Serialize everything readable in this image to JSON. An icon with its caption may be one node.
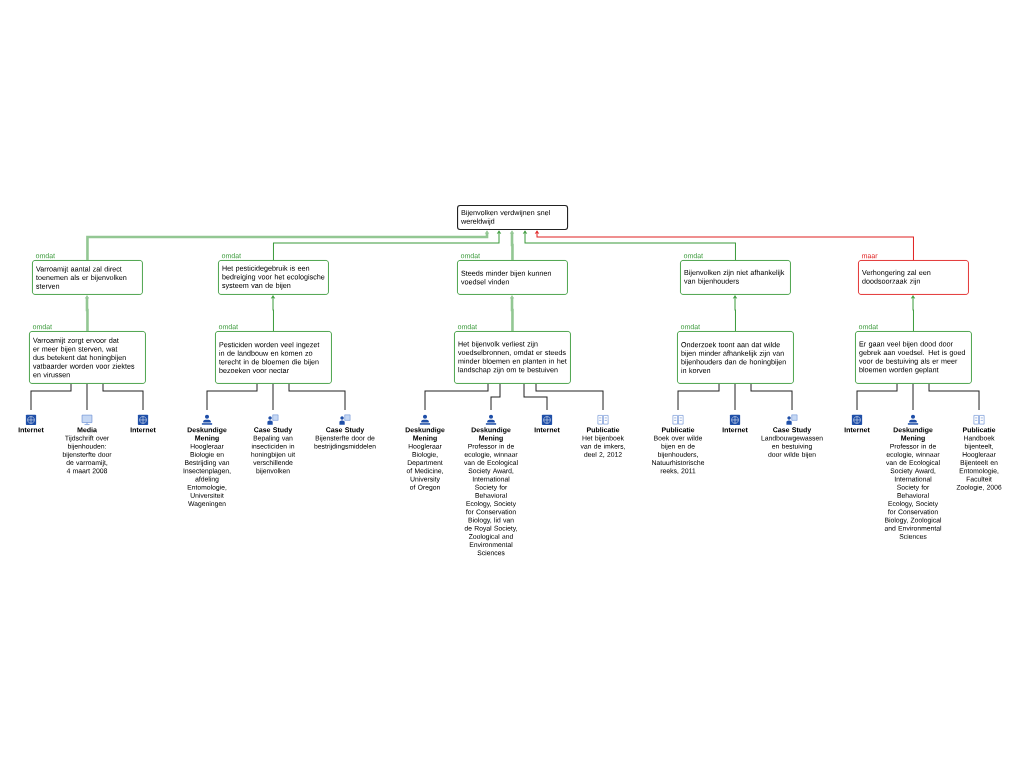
{
  "diagram": {
    "nodes": [
      {
        "text": [
          "Bijenvolken verdwijnen snel wereldwijd"
        ]
      },
      {
        "text": [
          "Varroamijt aantal zal direct toenemen als er bijenvolken sterven"
        ],
        "beside": [
          "omdat"
        ]
      },
      {
        "text": [
          "Het pesticidegebruik is een bedreiging voor het ecologische systeem van de bijen"
        ],
        "beside": [
          "omdat"
        ]
      },
      {
        "text": [
          "Steeds minder bijen kunnen voedsel vinden"
        ],
        "beside": [
          "omdat"
        ]
      },
      {
        "text": [
          "Bijenvolken zijn niet afhankelijk van bijenhouders"
        ],
        "beside": [
          "omdat"
        ]
      },
      {
        "text": [
          "Verhongering zal een doodsoorzaak zijn"
        ],
        "beside": [
          "maar"
        ]
      },
      {
        "text": [
          "Varroamijt zorgt ervoor dat er meer bijen sterven, wat dus betekent dat honingbijen vatbaarder worden voor ziektes en virussen"
        ],
        "beside": [
          "omdat"
        ]
      },
      {
        "text": [
          "Pesticiden worden veel ingezet in de landbouw en komen zo terecht in de bloemen die bijen bezoeken voor nectar"
        ],
        "beside": [
          "omdat"
        ]
      },
      {
        "text": [
          "Het bijenvolk verliest zijn voedselbronnen, omdat er steeds minder bloemen en planten in het landschap zijn om te bestuiven"
        ],
        "beside": [
          "omdat"
        ]
      },
      {
        "text": [
          "Onderzoek toont aan dat wilde bijen minder afhankelijk zijn van bijenhouders dan de honingbijen in korven"
        ],
        "beside": [
          "omdat"
        ]
      },
      {
        "text": [
          "Er gaan veel bijen dood door gebrek aan voedsel. Het is goed voor de bestuiving als er meer bloemen worden geplant"
        ],
        "beside": [
          "omdat"
        ]
      },
      {
        "text": [
          "Internet"
        ]
      },
      {
        "text": [
          "Media",
          "Tijdschrift over bijenhouden: bijensterfte door de varroamijt, 4 maart 2008"
        ]
      },
      {
        "text": [
          "Internet"
        ]
      },
      {
        "text": [
          "Deskundige Mening",
          "Hoogleraar Biologie en Bestrijding van Insectenplagen, afdeling Entomologie, Universiteit Wageningen"
        ]
      },
      {
        "text": [
          "Case Study",
          "Bepaling van insecticiden in honingbijen uit verschillende bijenvolken"
        ]
      },
      {
        "text": [
          "Case Study",
          "Bijensterfte door de bestrijdingsmiddelen"
        ]
      },
      {
        "text": [
          "Deskundige Mening",
          "Hoogleraar Biologie, Department of Medicine, University of Oregon"
        ]
      },
      {
        "text": [
          "Deskundige Mening",
          "Professor in de ecologie, winnaar van de Ecological Society Award, International Society for Behavioral Ecology, Society for Conservation Biology, lid van de Royal Society, Zoological and Environmental Sciences"
        ]
      },
      {
        "text": [
          "Internet"
        ]
      },
      {
        "text": [
          "Publicatie",
          "Het bijenboek van de imkers, deel 2, 2012"
        ]
      },
      {
        "text": [
          "Publicatie",
          "Boek over wilde bijen en de bijenhouders, Natuurhistorische reeks, 2011"
        ]
      },
      {
        "text": [
          "Internet"
        ]
      },
      {
        "text": [
          "Case Study",
          "Landbouwgewassen en bestuiving door wilde bijen"
        ]
      },
      {
        "text": [
          "Internet"
        ]
      },
      {
        "text": [
          "Deskundige Mening",
          "Professor in de ecologie, winnaar van de Ecological Society Award, International Society for Behavioral Ecology, Society for Conservation Biology, Zoological and Environmental Sciences"
        ]
      },
      {
        "text": [
          "Publicatie",
          "Handboek bijenteelt, Hoogleraar Bijenteelt en Entomologie, Faculteit Zoologie, 2006"
        ]
      }
    ],
    "edges": [
      {
        "from": 1,
        "to": 0,
        "arrow": "to",
        "style": "thick",
        "color": "#93c793"
      },
      {
        "from": 2,
        "to": 0,
        "arrow": "to",
        "color": "#3a9a3a"
      },
      {
        "from": 3,
        "to": 0,
        "arrow": "to",
        "style": "thick",
        "color": "#93c793"
      },
      {
        "from": 4,
        "to": 0,
        "arrow": "to",
        "color": "#3a9a3a"
      },
      {
        "from": 5,
        "to": 0,
        "arrow": "to",
        "color": "#e02020"
      },
      {
        "from": 6,
        "to": 1,
        "arrow": "to",
        "style": "thick",
        "color": "#93c793"
      },
      {
        "from": 7,
        "to": 2,
        "arrow": "to",
        "color": "#3a9a3a"
      },
      {
        "from": 8,
        "to": 3,
        "arrow": "to",
        "style": "thick",
        "color": "#93c793"
      },
      {
        "from": 9,
        "to": 4,
        "arrow": "to",
        "color": "#3a9a3a"
      },
      {
        "from": 10,
        "to": 5,
        "arrow": "to",
        "color": "#3a9a3a"
      },
      {
        "from": 11,
        "to": 6,
        "arrow": "none"
      },
      {
        "from": 12,
        "to": 6,
        "arrow": "none"
      },
      {
        "from": 13,
        "to": 6,
        "arrow": "none"
      },
      {
        "from": 14,
        "to": 7,
        "arrow": "none"
      },
      {
        "from": 15,
        "to": 7,
        "arrow": "none"
      },
      {
        "from": 16,
        "to": 7,
        "arrow": "none"
      },
      {
        "from": 17,
        "to": 8,
        "arrow": "none"
      },
      {
        "from": 18,
        "to": 8,
        "arrow": "none"
      },
      {
        "from": 19,
        "to": 8,
        "arrow": "none"
      },
      {
        "from": 20,
        "to": 8,
        "arrow": "none"
      },
      {
        "from": 21,
        "to": 9,
        "arrow": "none"
      },
      {
        "from": 22,
        "to": 9,
        "arrow": "none"
      },
      {
        "from": 23,
        "to": 9,
        "arrow": "none"
      },
      {
        "from": 24,
        "to": 10,
        "arrow": "none"
      },
      {
        "from": 25,
        "to": 10,
        "arrow": "none"
      },
      {
        "from": 26,
        "to": 10,
        "arrow": "none"
      }
    ]
  }
}
